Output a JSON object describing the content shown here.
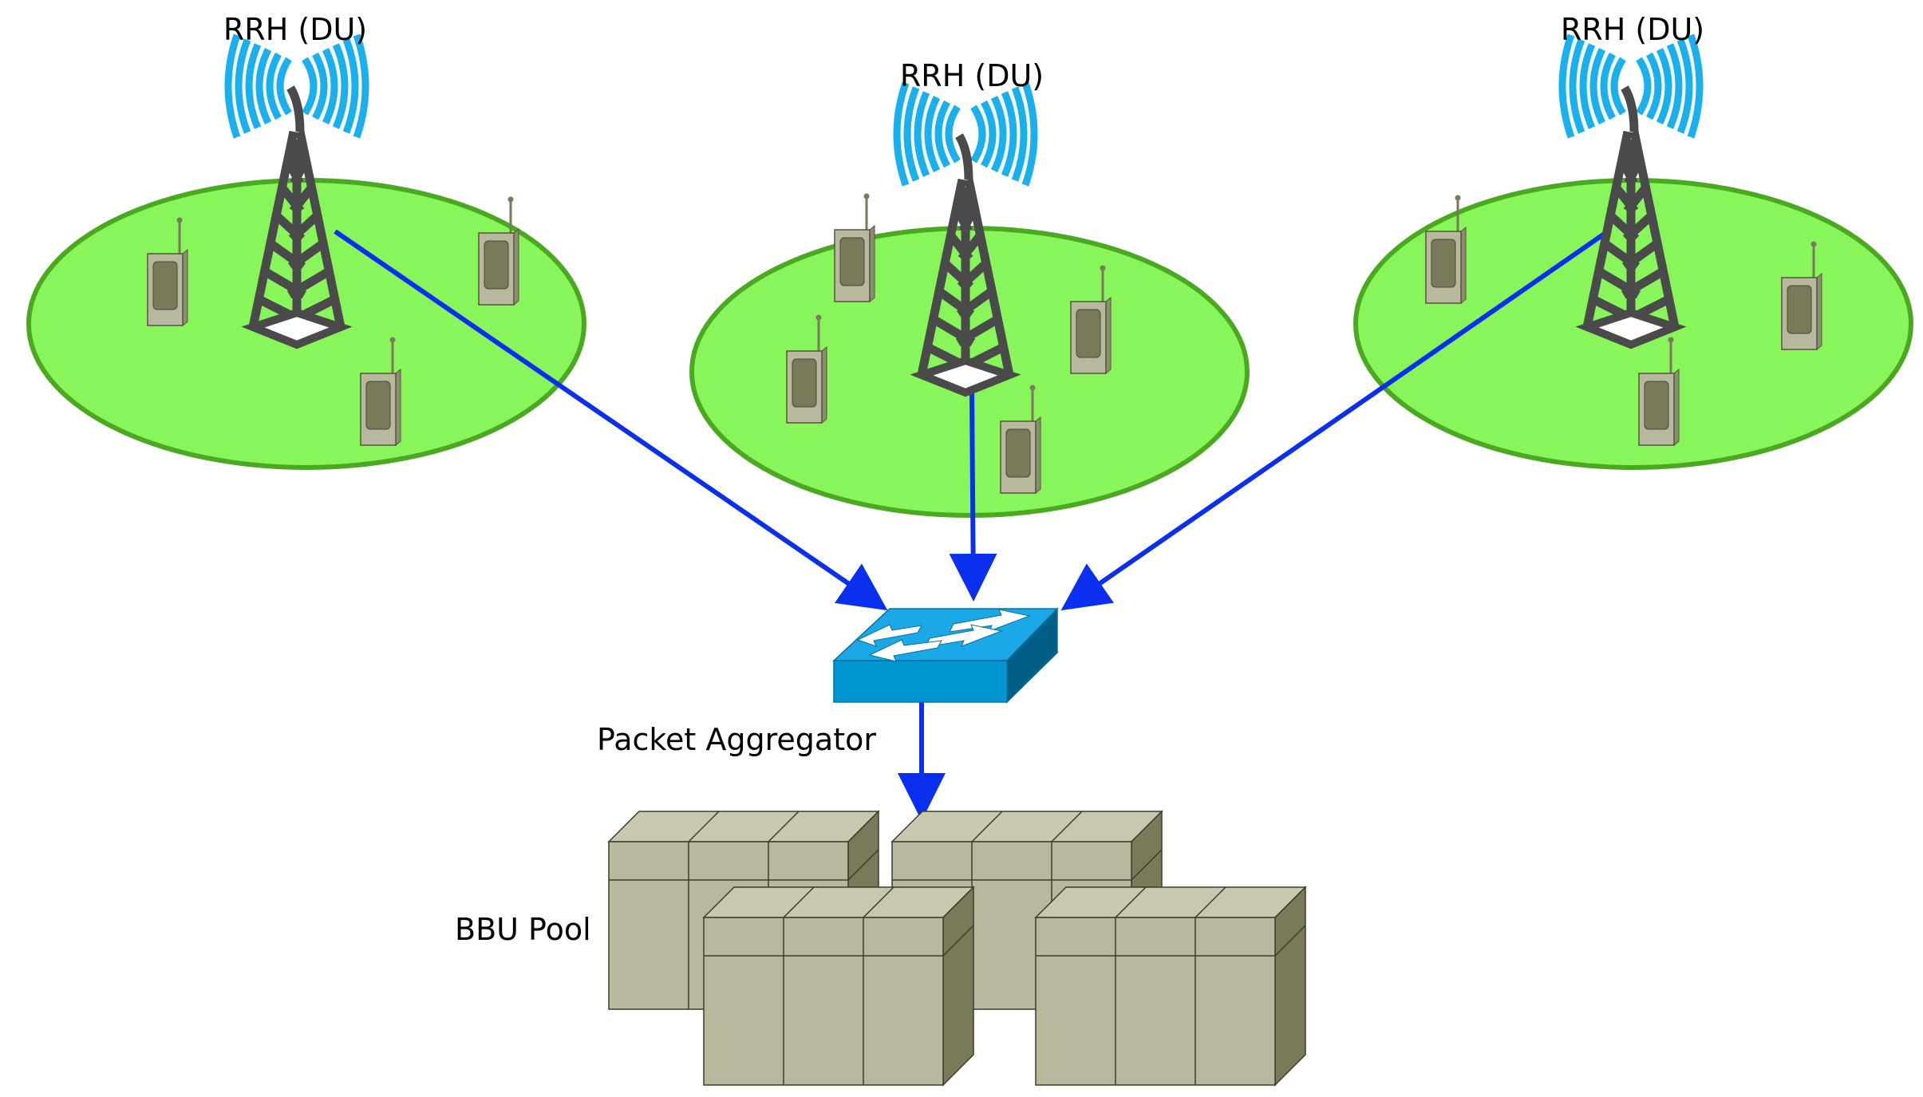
{
  "labels": {
    "rrh_left": "RRH (DU)",
    "rrh_center": "RRH (DU)",
    "rrh_right": "RRH (DU)",
    "aggregator": "Packet Aggregator",
    "bbu_pool": "BBU Pool"
  },
  "colors": {
    "cell_fill": "#88f55a",
    "cell_stroke": "#4aa921",
    "signal": "#1ab0ee",
    "tower": "#4a4a4a",
    "link": "#0a2fee",
    "switch_top": "#1aa9e6",
    "switch_front": "#0096d2",
    "switch_side": "#005e86",
    "device_body": "#b8b89e",
    "device_screen": "#7a7a5a",
    "bbu_front": "#b8b89e",
    "bbu_side": "#7a7a5a"
  }
}
